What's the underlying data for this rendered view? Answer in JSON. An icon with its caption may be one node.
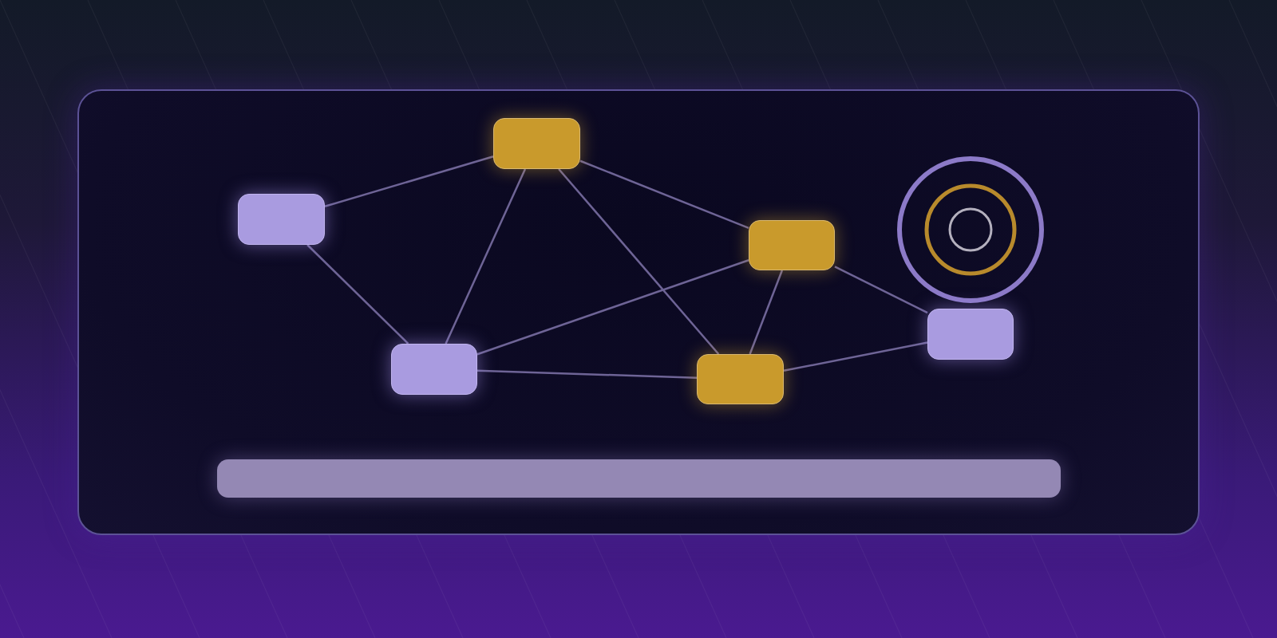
{
  "diagram": {
    "nodes": [
      {
        "text": [],
        "shape": "box"
      },
      {
        "text": [],
        "shape": "box"
      },
      {
        "text": [],
        "shape": "box"
      },
      {
        "text": [],
        "shape": "box"
      },
      {
        "text": [],
        "shape": "box"
      },
      {
        "text": [],
        "shape": "box"
      }
    ],
    "edges": [
      {
        "from": 1,
        "to": 0,
        "arrow": "none"
      },
      {
        "from": 1,
        "to": 4,
        "arrow": "none"
      },
      {
        "from": 0,
        "to": 4,
        "arrow": "none"
      },
      {
        "from": 0,
        "to": 5,
        "arrow": "none"
      },
      {
        "from": 0,
        "to": 2,
        "arrow": "none"
      },
      {
        "from": 2,
        "to": 4,
        "arrow": "none"
      },
      {
        "from": 2,
        "to": 5,
        "arrow": "none"
      },
      {
        "from": 2,
        "to": 3,
        "arrow": "none"
      },
      {
        "from": 4,
        "to": 5,
        "arrow": "none"
      },
      {
        "from": 5,
        "to": 3,
        "arrow": "none"
      }
    ]
  }
}
